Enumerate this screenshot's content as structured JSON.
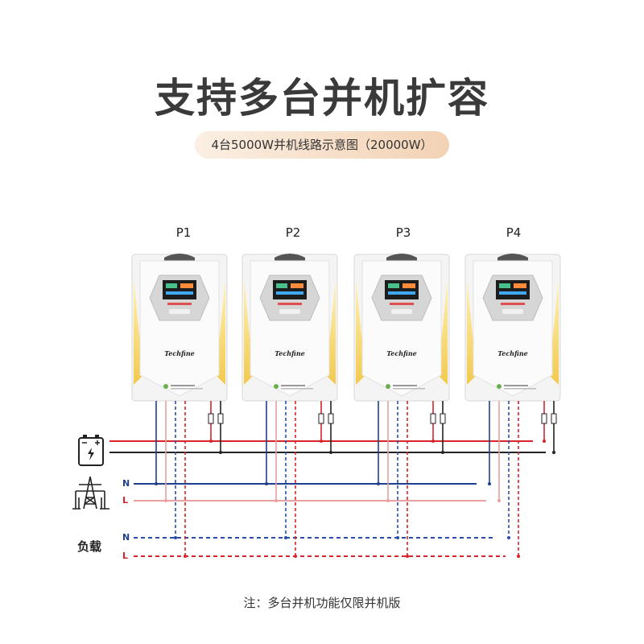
{
  "title": "支持多台并机扩容",
  "subtitle": "4台5000W并机线路示意图（20000W）",
  "units": [
    {
      "label": "P1",
      "brand": "Techfine"
    },
    {
      "label": "P2",
      "brand": "Techfine"
    },
    {
      "label": "P3",
      "brand": "Techfine"
    },
    {
      "label": "P4",
      "brand": "Techfine"
    }
  ],
  "lines": {
    "grid_n": "N",
    "grid_l": "L",
    "load_n": "N",
    "load_l": "L"
  },
  "load_label": "负载",
  "footnote": "注：多台并机功能仅限并机版",
  "colors": {
    "battery_pos": "#d9242a",
    "battery_neg": "#222222",
    "neutral": "#1f3f8f",
    "live": "#e8a0a0",
    "load_neutral": "#2a4ea8",
    "load_live": "#d9242a",
    "accent_yellow": "#f2c94c"
  }
}
